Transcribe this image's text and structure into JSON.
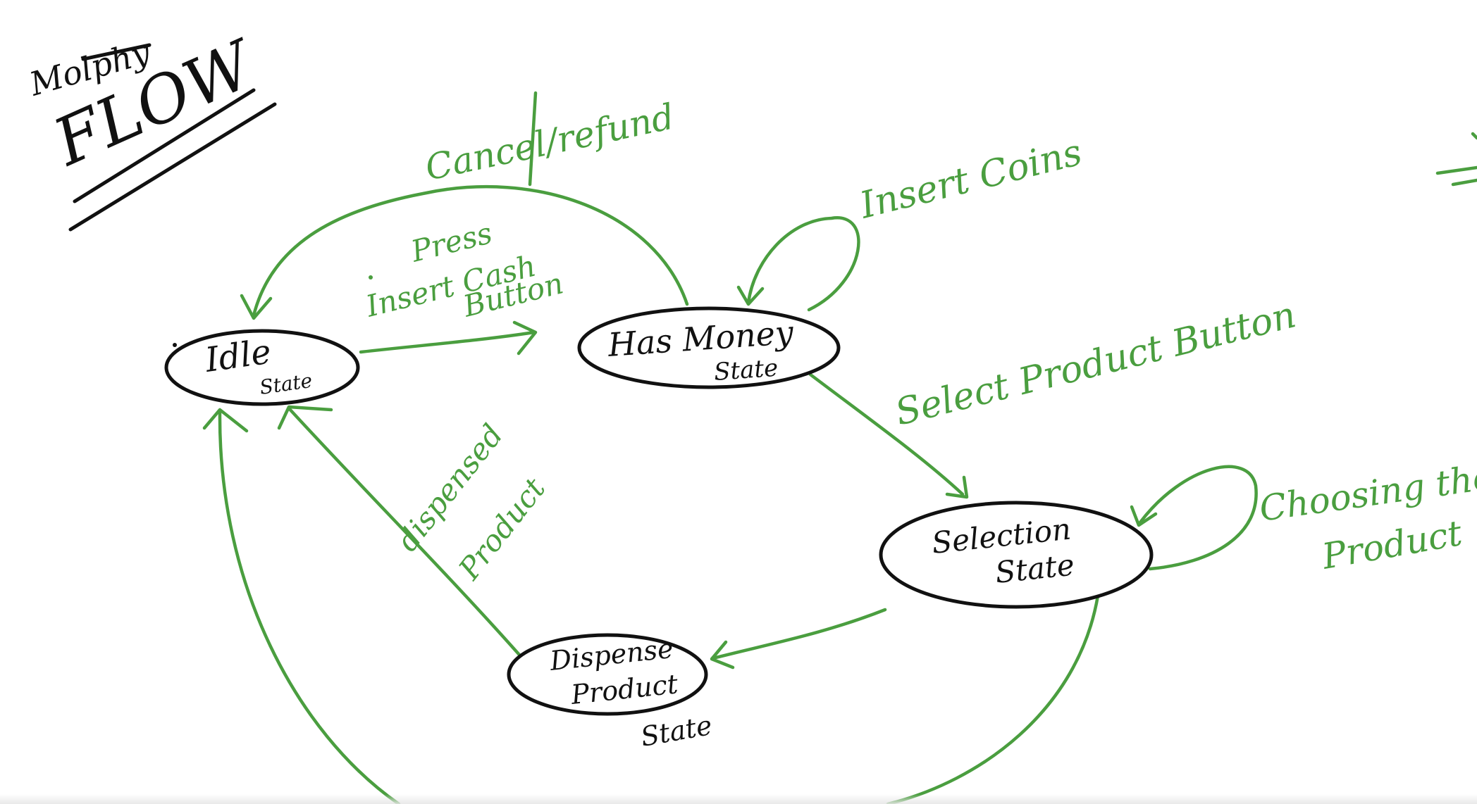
{
  "colors": {
    "ink_black": "#111111",
    "ink_green": "#4a9e3f",
    "background": "#ffffff"
  },
  "heading": {
    "struck_word": "Molphy",
    "title": "FLOW"
  },
  "states": {
    "idle": {
      "line1": "Idle",
      "line2": "State"
    },
    "has_money": {
      "line1": "Has Money",
      "line2": "State"
    },
    "selection": {
      "line1": "Selection",
      "line2": "State"
    },
    "dispense": {
      "line1": "Dispense",
      "line2": "Product",
      "line3": "State"
    }
  },
  "transitions": {
    "cancel_refund": "Cancel/refund",
    "press_insert_cash": {
      "line1": "Press",
      "line2": "Insert Cash",
      "line3": "Button"
    },
    "insert_coins": "Insert Coins",
    "select_product": "Select Product Button",
    "choosing_product": {
      "line1": "Choosing the",
      "line2": "Product"
    },
    "dispensed_product": {
      "line1": "dispensed",
      "line2": "Product"
    }
  }
}
